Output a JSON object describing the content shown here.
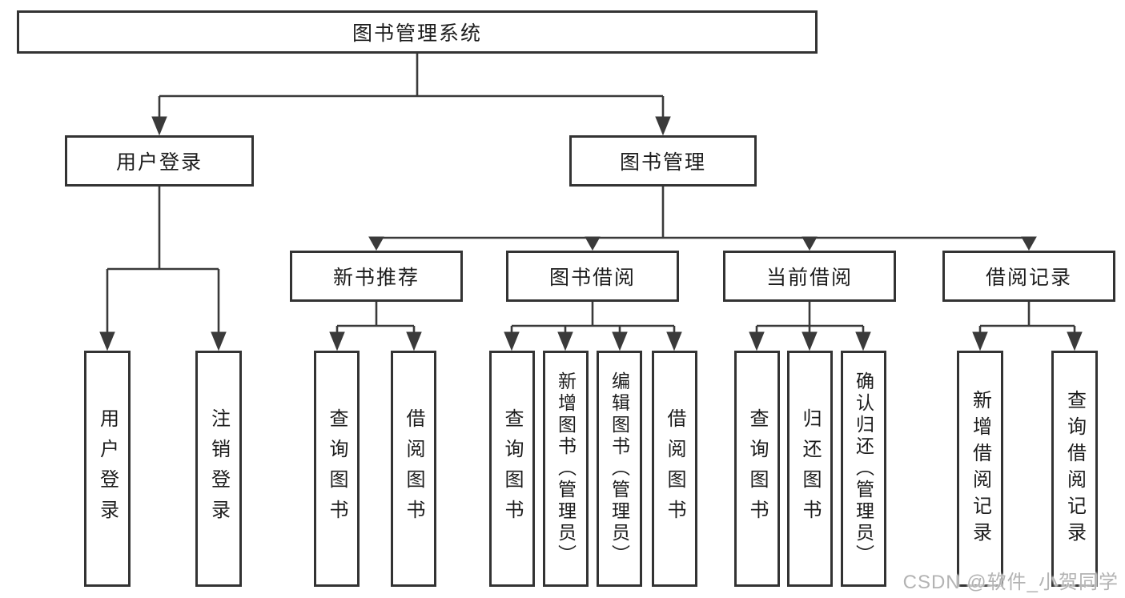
{
  "tree": {
    "label": "图书管理系统",
    "children": [
      {
        "label": "用户登录",
        "children": [
          {
            "label": "用户登录"
          },
          {
            "label": "注销登录"
          }
        ]
      },
      {
        "label": "图书管理",
        "children": [
          {
            "label": "新书推荐",
            "children": [
              {
                "label": "查询图书"
              },
              {
                "label": "借阅图书"
              }
            ]
          },
          {
            "label": "图书借阅",
            "children": [
              {
                "label": "查询图书"
              },
              {
                "label": "新增图书（管理员）"
              },
              {
                "label": "编辑图书（管理员）"
              },
              {
                "label": "借阅图书"
              }
            ]
          },
          {
            "label": "当前借阅",
            "children": [
              {
                "label": "查询图书"
              },
              {
                "label": "归还图书"
              },
              {
                "label": "确认归还（管理员）"
              }
            ]
          },
          {
            "label": "借阅记录",
            "children": [
              {
                "label": "新增借阅记录"
              },
              {
                "label": "查询借阅记录"
              }
            ]
          }
        ]
      }
    ]
  },
  "watermark": {
    "text": "CSDN @软件_小贺同学"
  },
  "colors": {
    "line": "#3a3a3a",
    "border": "#333333",
    "text": "#1c1c1c",
    "watermark": "#b3b3b3"
  }
}
